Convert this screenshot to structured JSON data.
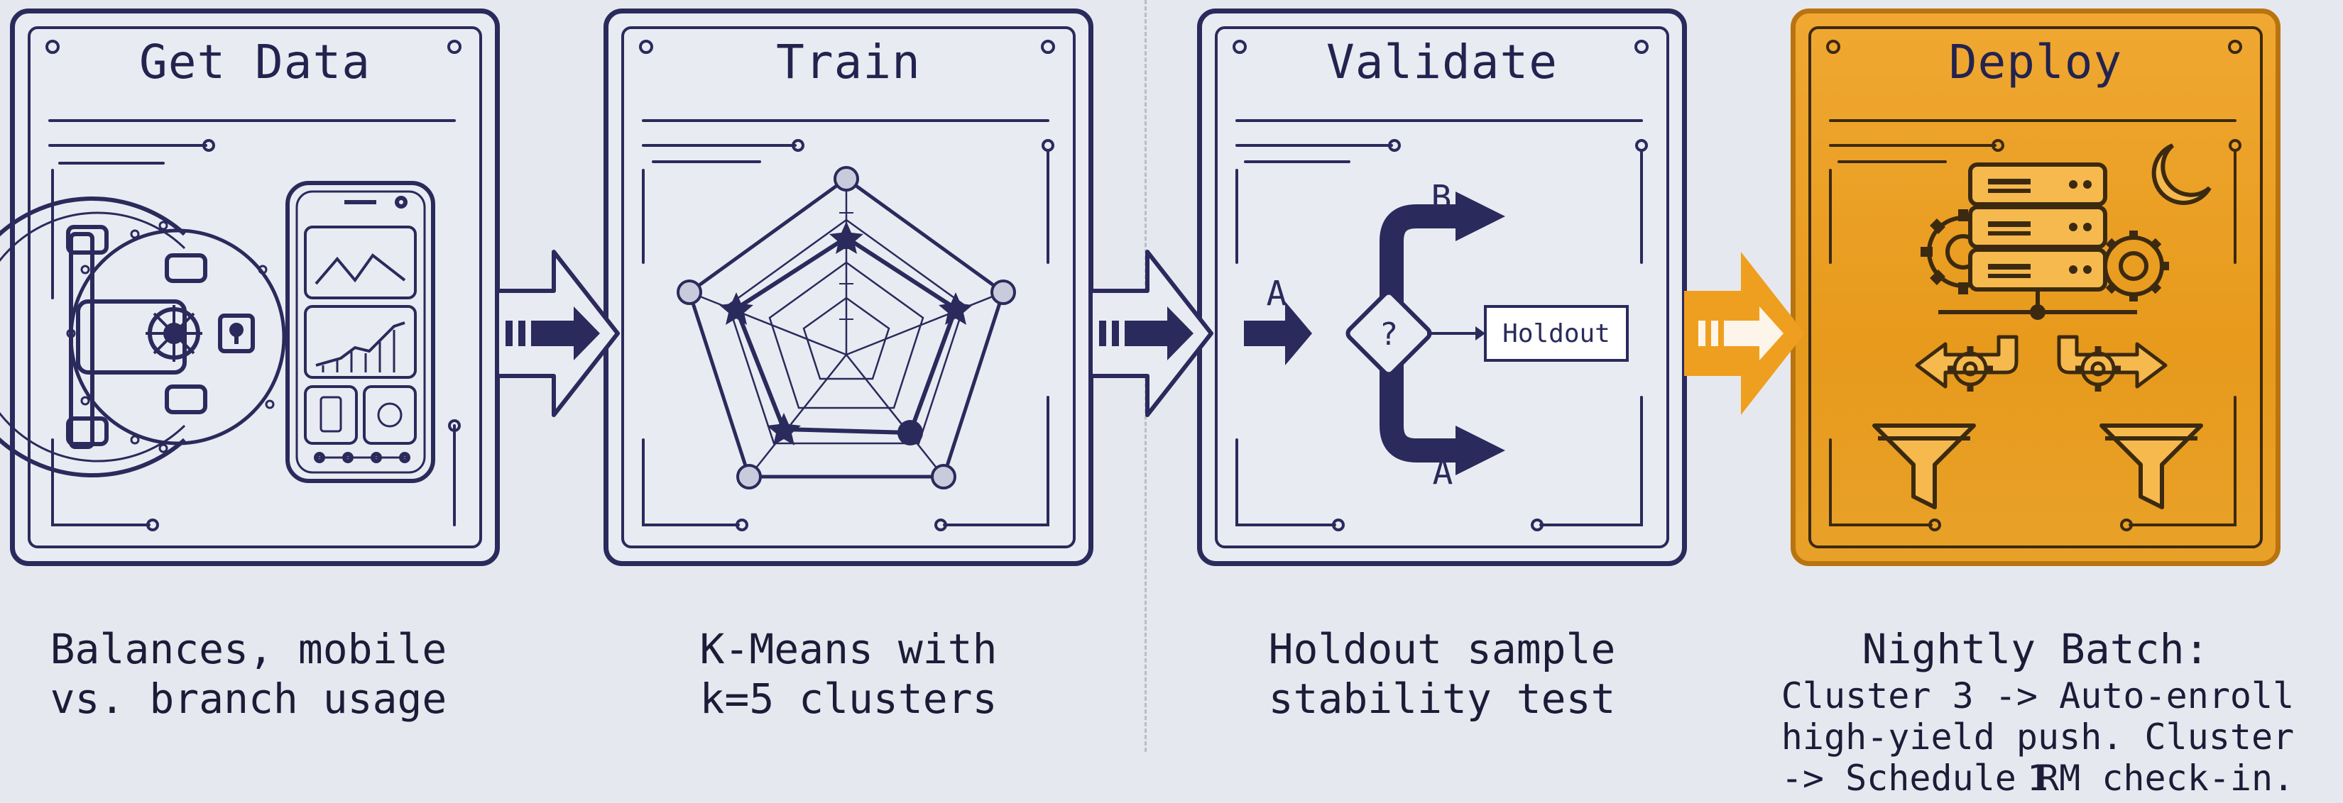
{
  "steps": [
    {
      "title": "Get Data",
      "caption": "Balances, mobile vs. branch usage"
    },
    {
      "title": "Train",
      "caption": "K-Means with k=5 clusters"
    },
    {
      "title": "Validate",
      "caption": "Holdout sample stability test",
      "labels": {
        "b_out": "B",
        "a_in": "A",
        "a_out": "A",
        "decision": "?",
        "holdout": "Holdout"
      }
    },
    {
      "title": "Deploy",
      "caption_heading": "Nightly Batch:",
      "caption_lines": [
        "Cluster 3 -> Auto-enroll",
        "high-yield push. Cluster 1",
        "-> Schedule RM check-in."
      ]
    }
  ],
  "colors": {
    "ink": "#2a2a5c",
    "accent": "#ef9f1f",
    "background": "#e6e8ef"
  },
  "icons": [
    "vault-icon",
    "smartphone-icon",
    "radar-chart-icon",
    "split-arrow-icon",
    "server-icon",
    "gear-icon",
    "moon-icon",
    "funnel-icon"
  ]
}
